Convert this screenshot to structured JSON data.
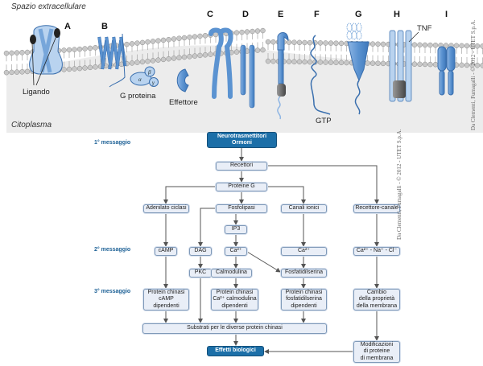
{
  "membrane": {
    "extracellular_label": "Spazio extracellulare",
    "cytoplasm_label": "Citoplasma",
    "receptor_letters": [
      "A",
      "B",
      "C",
      "D",
      "E",
      "F",
      "G",
      "H",
      "I"
    ],
    "labels": {
      "ligand": "Ligando",
      "g_protein": "G proteina",
      "effector": "Effettore",
      "gtp": "GTP",
      "tnf": "TNF"
    },
    "g_protein_subunits": [
      "α",
      "β",
      "γ"
    ],
    "credit": "Da Clementi, Fumagalli - © 2012 - UTET S.p.A.",
    "colors": {
      "protein_blue": "#5b93d1",
      "protein_light": "#b9d3ef",
      "lipid_head": "#bdbdbd",
      "cytoplasm": "#ececec",
      "dark_grey": "#555555"
    }
  },
  "flow": {
    "levels": {
      "first": "1° messaggio",
      "second": "2° messaggio",
      "third": "3° messaggio"
    },
    "nodes": {
      "neuro": "Neurotrasmettitori\nOrmoni",
      "recettori": "Recettori",
      "proteine_g": "Proteine G",
      "adenilato": "Adenilato ciclasi",
      "fosfolipasi": "Fosfolipasi",
      "canali": "Canali ionici",
      "recettore_canale": "Recettore-canale",
      "ip3": "IP3",
      "camp": "cAMP",
      "dag": "DAG",
      "ca1": "Ca²⁺",
      "ca2": "Ca²⁺",
      "ions": "Ca²⁺ - Na⁺ - Cl⁻",
      "pkc": "PKC",
      "calmodulina": "Calmodulina",
      "fosfatidilserina": "Fosfatidilserina",
      "pk_camp": "Protein chinasi\ncAMP\ndipendenti",
      "pk_cal": "Protein chinasi\nCa²⁺ calmodulina\ndipendenti",
      "pk_fos": "Protein chinasi\nfosfatidilserina\ndipendenti",
      "cambio": "Cambio\ndella proprietà\ndella membrana",
      "substrati": "Substrati per le diverse protein chinasi",
      "effetti": "Effetti biologici",
      "modificazioni": "Modificazioni\ndi proteine\ndi membrana"
    },
    "credit": "Da Clementi, Fumagalli - © 2012 - UTET S.p.A.",
    "colors": {
      "box_fill": "#e9eef7",
      "box_border": "#7f99b8",
      "highlight_fill": "#1c6fa8",
      "level_text": "#1d6196",
      "arrow": "#555555"
    }
  }
}
